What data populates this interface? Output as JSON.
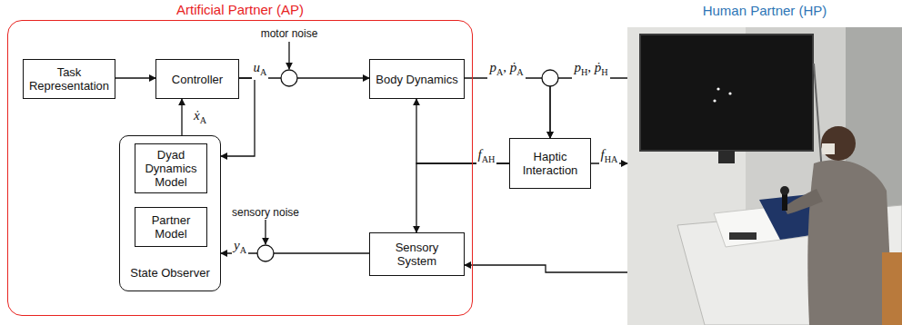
{
  "diagram": {
    "nodes": [
      {
        "text": [
          "Artificial Partner (AP)"
        ]
      },
      {
        "text": [
          "Task Representation"
        ],
        "in": 0
      },
      {
        "text": [
          "Controller"
        ],
        "in": 0
      },
      {
        "text": [
          "Body Dynamics"
        ],
        "in": 0
      },
      {
        "text": [
          "State Observer"
        ],
        "in": 0
      },
      {
        "text": [
          "Dyad Dynamics Model"
        ],
        "in": 4
      },
      {
        "text": [
          "Partner Model"
        ],
        "in": 4
      },
      {
        "text": [
          "Sensory System"
        ],
        "in": 0
      },
      {
        "text": [
          "Haptic Interaction"
        ]
      },
      {
        "text": [
          "Human Partner (HP)"
        ]
      }
    ],
    "edges": [
      {
        "from": 1,
        "to": 2,
        "arrow": "to"
      },
      {
        "from": 2,
        "to": 3,
        "label": "uA",
        "arrow": "to"
      },
      {
        "from": 2,
        "to": 4,
        "arrow": "to"
      },
      {
        "from": 4,
        "to": 2,
        "label": "ẋA",
        "arrow": "to"
      },
      {
        "from": 3,
        "to": 8,
        "label": "pA, ṗA",
        "arrow": "to"
      },
      {
        "from": 9,
        "to": 8,
        "label": "pH, ṗH",
        "arrow": "to"
      },
      {
        "from": 8,
        "to": 3,
        "label": "fAH",
        "arrow": "to"
      },
      {
        "from": 8,
        "to": 7,
        "arrow": "to"
      },
      {
        "from": 8,
        "to": 9,
        "label": "fHA",
        "arrow": "to"
      },
      {
        "from": 9,
        "to": 7,
        "arrow": "to"
      },
      {
        "from": 7,
        "to": 4,
        "label": "yA",
        "arrow": "to"
      }
    ],
    "labels": [
      "motor noise",
      "sensory noise"
    ]
  }
}
